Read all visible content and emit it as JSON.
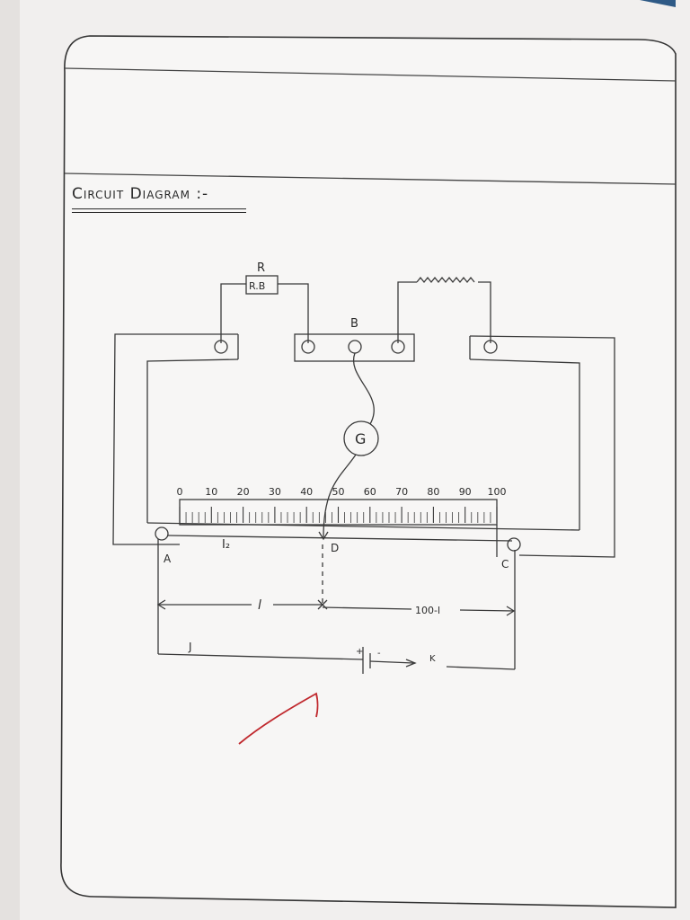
{
  "heading": "Circuit Diagram :-",
  "components": {
    "resistance_box_top_label": "R",
    "resistance_box_label": "R.B",
    "junction_label": "B",
    "galvanometer_label": "G",
    "current_label": "I₂",
    "terminal_a": "A",
    "terminal_c": "C",
    "jockey_point": "D",
    "battery_plus": "+",
    "battery_minus": "-",
    "key_label": "K",
    "current_label_2": "J"
  },
  "meter_scale": {
    "ticks": [
      "0",
      "10",
      "20",
      "30",
      "40",
      "50",
      "60",
      "70",
      "80",
      "90",
      "100"
    ]
  },
  "lengths": {
    "left_length": "l",
    "right_length": "100-l"
  },
  "colors": {
    "ink": "#2a2a2a",
    "pencil": "#3a3a3a",
    "red_mark": "#c0282d",
    "paper": "#f1efee"
  }
}
